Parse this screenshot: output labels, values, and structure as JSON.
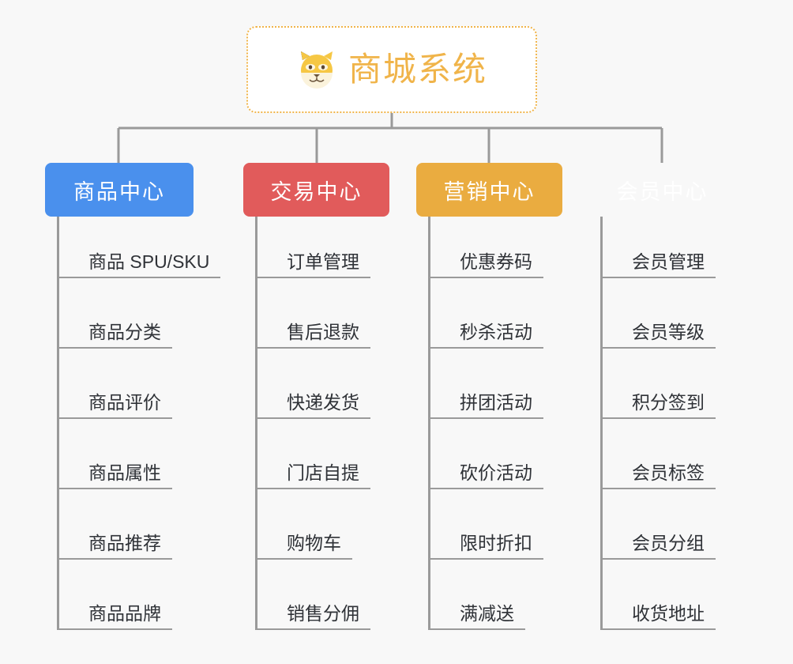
{
  "page": {
    "background_color": "#f8f8f8",
    "line_color": "#9a9a9a"
  },
  "root": {
    "title": "商城系统",
    "icon": "shiba-dog-emoji",
    "icon_glyph": "🐶",
    "text_color": "#f0b44a",
    "border_color": "#f0b44a",
    "background_color": "#ffffff"
  },
  "branches": [
    {
      "label": "商品中心",
      "color": "#4a90ed",
      "items": [
        "商品 SPU/SKU",
        "商品分类",
        "商品评价",
        "商品属性",
        "商品推荐",
        "商品品牌"
      ]
    },
    {
      "label": "交易中心",
      "color": "#e15b5b",
      "items": [
        "订单管理",
        "售后退款",
        "快递发货",
        "门店自提",
        "购物车",
        "销售分佣"
      ]
    },
    {
      "label": "营销中心",
      "color": "#eaac40",
      "items": [
        "优惠券码",
        "秒杀活动",
        "拼团活动",
        "砍价活动",
        "限时折扣",
        "满减送"
      ]
    },
    {
      "label": "会员中心",
      "color": "#7bc council",
      "items": [
        "会员管理",
        "会员等级",
        "积分签到",
        "会员标签",
        "会员分组",
        "收货地址"
      ]
    }
  ]
}
